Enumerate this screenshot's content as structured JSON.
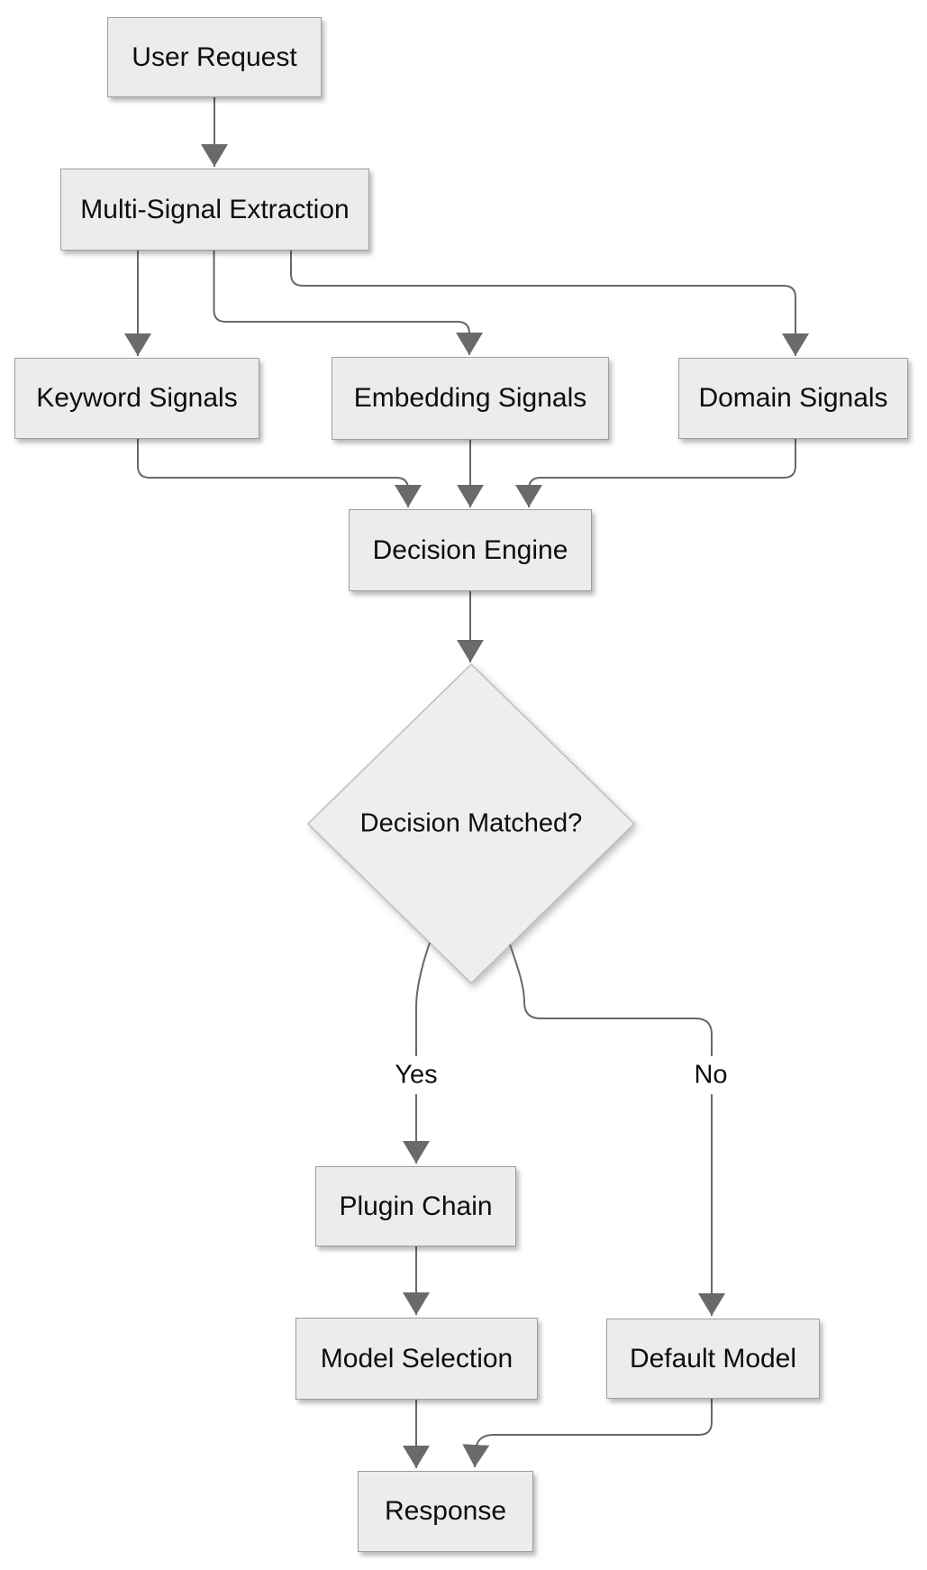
{
  "diagram": {
    "type": "flowchart",
    "direction": "top-down",
    "background_color": "#ffffff",
    "node_fill_color": "#ececec",
    "node_border_color": "#9e9e9e",
    "edge_color": "#686868",
    "text_color": "#0e0e0e",
    "nodes": [
      {
        "id": "user_request",
        "label": "User Request",
        "shape": "rect"
      },
      {
        "id": "multi_signal_extraction",
        "label": "Multi-Signal Extraction",
        "shape": "rect"
      },
      {
        "id": "keyword_signals",
        "label": "Keyword Signals",
        "shape": "rect"
      },
      {
        "id": "embedding_signals",
        "label": "Embedding Signals",
        "shape": "rect"
      },
      {
        "id": "domain_signals",
        "label": "Domain Signals",
        "shape": "rect"
      },
      {
        "id": "decision_engine",
        "label": "Decision Engine",
        "shape": "rect"
      },
      {
        "id": "decision_matched",
        "label": "Decision Matched?",
        "shape": "diamond"
      },
      {
        "id": "plugin_chain",
        "label": "Plugin Chain",
        "shape": "rect"
      },
      {
        "id": "model_selection",
        "label": "Model Selection",
        "shape": "rect"
      },
      {
        "id": "default_model",
        "label": "Default Model",
        "shape": "rect"
      },
      {
        "id": "response",
        "label": "Response",
        "shape": "rect"
      }
    ],
    "edges": [
      {
        "from": "user_request",
        "to": "multi_signal_extraction",
        "label": ""
      },
      {
        "from": "multi_signal_extraction",
        "to": "keyword_signals",
        "label": ""
      },
      {
        "from": "multi_signal_extraction",
        "to": "embedding_signals",
        "label": ""
      },
      {
        "from": "multi_signal_extraction",
        "to": "domain_signals",
        "label": ""
      },
      {
        "from": "keyword_signals",
        "to": "decision_engine",
        "label": ""
      },
      {
        "from": "embedding_signals",
        "to": "decision_engine",
        "label": ""
      },
      {
        "from": "domain_signals",
        "to": "decision_engine",
        "label": ""
      },
      {
        "from": "decision_engine",
        "to": "decision_matched",
        "label": ""
      },
      {
        "from": "decision_matched",
        "to": "plugin_chain",
        "label": "Yes"
      },
      {
        "from": "decision_matched",
        "to": "default_model",
        "label": "No"
      },
      {
        "from": "plugin_chain",
        "to": "model_selection",
        "label": ""
      },
      {
        "from": "model_selection",
        "to": "response",
        "label": ""
      },
      {
        "from": "default_model",
        "to": "response",
        "label": ""
      }
    ]
  }
}
